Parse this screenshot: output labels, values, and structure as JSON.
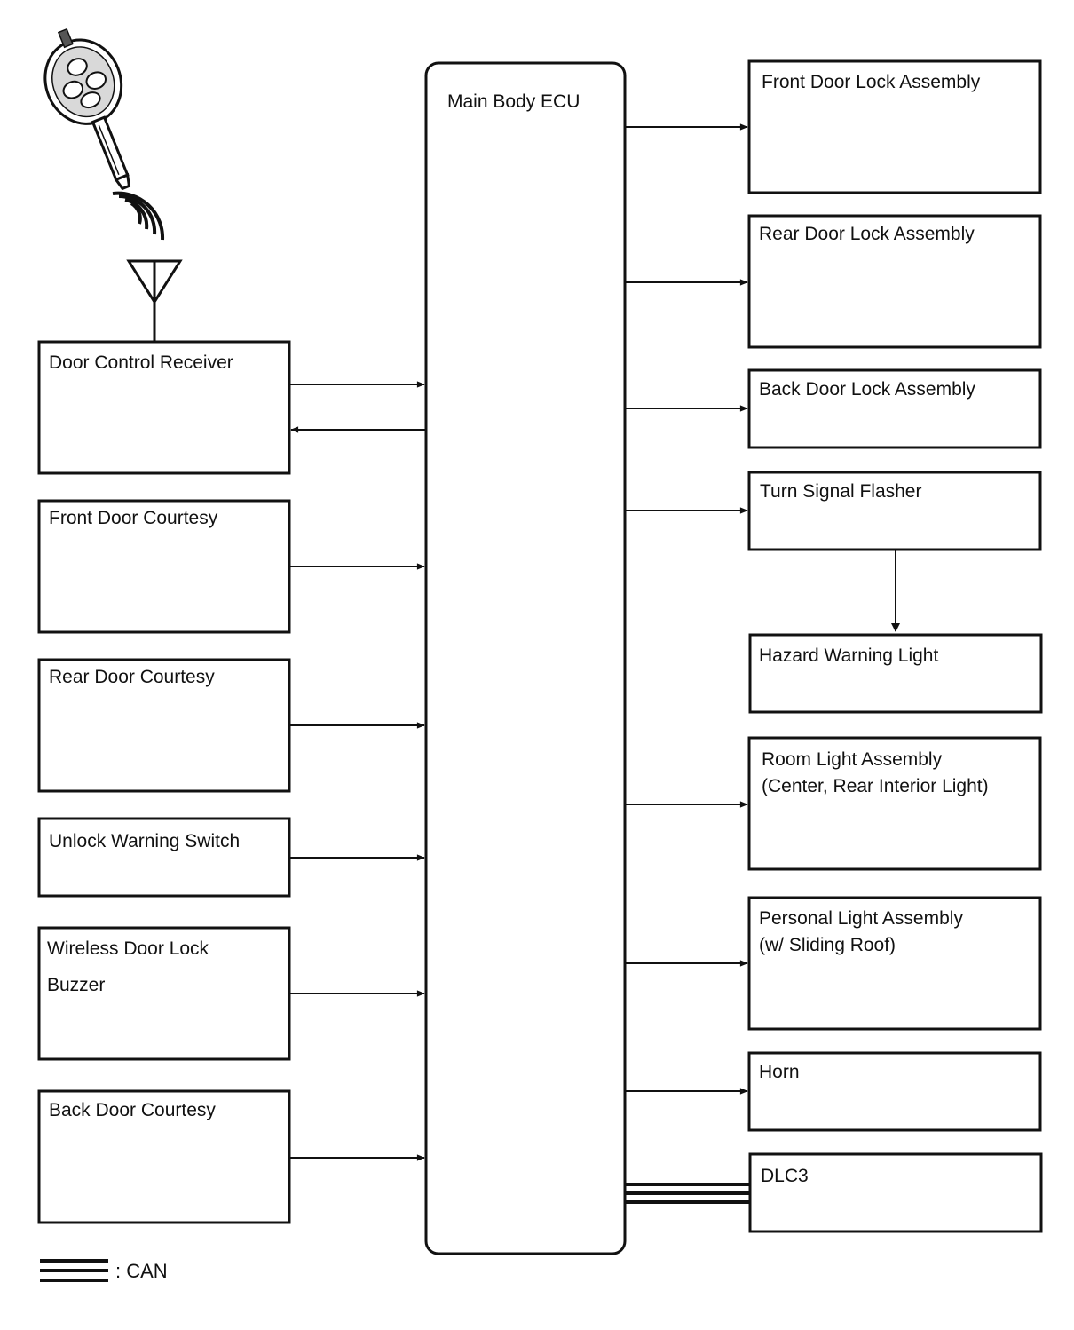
{
  "ecu": {
    "label": "Main Body ECU"
  },
  "inputs": {
    "door_control_receiver": "Door Control Receiver",
    "front_door_courtesy": "Front Door Courtesy",
    "rear_door_courtesy": "Rear Door Courtesy",
    "unlock_warning_switch": "Unlock Warning Switch",
    "wireless_buzzer_line1": "Wireless Door Lock",
    "wireless_buzzer_line2": "Buzzer",
    "back_door_courtesy": "Back Door Courtesy"
  },
  "outputs": {
    "front_door_lock": "Front Door Lock Assembly",
    "rear_door_lock": "Rear Door Lock Assembly",
    "back_door_lock": "Back Door Lock Assembly",
    "turn_signal_flasher": "Turn Signal Flasher",
    "hazard_warning_light": "Hazard Warning Light",
    "room_light_line1": "Room Light Assembly",
    "room_light_line2": "(Center, Rear Interior Light)",
    "personal_light_line1": "Personal Light Assembly",
    "personal_light_line2": "(w/ Sliding Roof)",
    "horn": "Horn",
    "dlc3": "DLC3"
  },
  "legend": {
    "can_label": ": CAN"
  },
  "icons": {
    "transmitter": "key-transmitter-icon",
    "antenna": "antenna-icon"
  }
}
